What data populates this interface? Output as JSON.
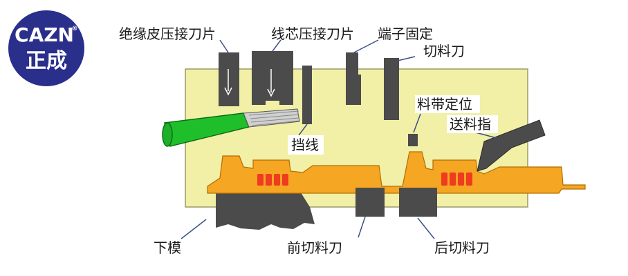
{
  "logo": {
    "brand_latin": "CAZN",
    "brand_cn": "正成",
    "registered_mark": "®",
    "colors": {
      "circle": "#2b2f8c",
      "text": "#ffffff"
    }
  },
  "labels": {
    "insulation_crimp_blade": "绝缘皮压接刀片",
    "core_crimp_blade": "线芯压接刀片",
    "terminal_fix": "端子固定",
    "cut_knife": "切料刀",
    "strip_locator": "料带定位",
    "feed_finger": "送料指",
    "wire_stop": "挡线",
    "lower_die": "下模",
    "front_cut_knife": "前切料刀",
    "rear_cut_knife": "后切料刀"
  },
  "colors": {
    "die_body": "#f2efa6",
    "tool_gray": "#4b4b4b",
    "terminal_orange": "#f5a623",
    "contact_red": "#ef3b1f",
    "wire_green": "#1fbf2c",
    "leader_line": "#3a4f8a"
  }
}
